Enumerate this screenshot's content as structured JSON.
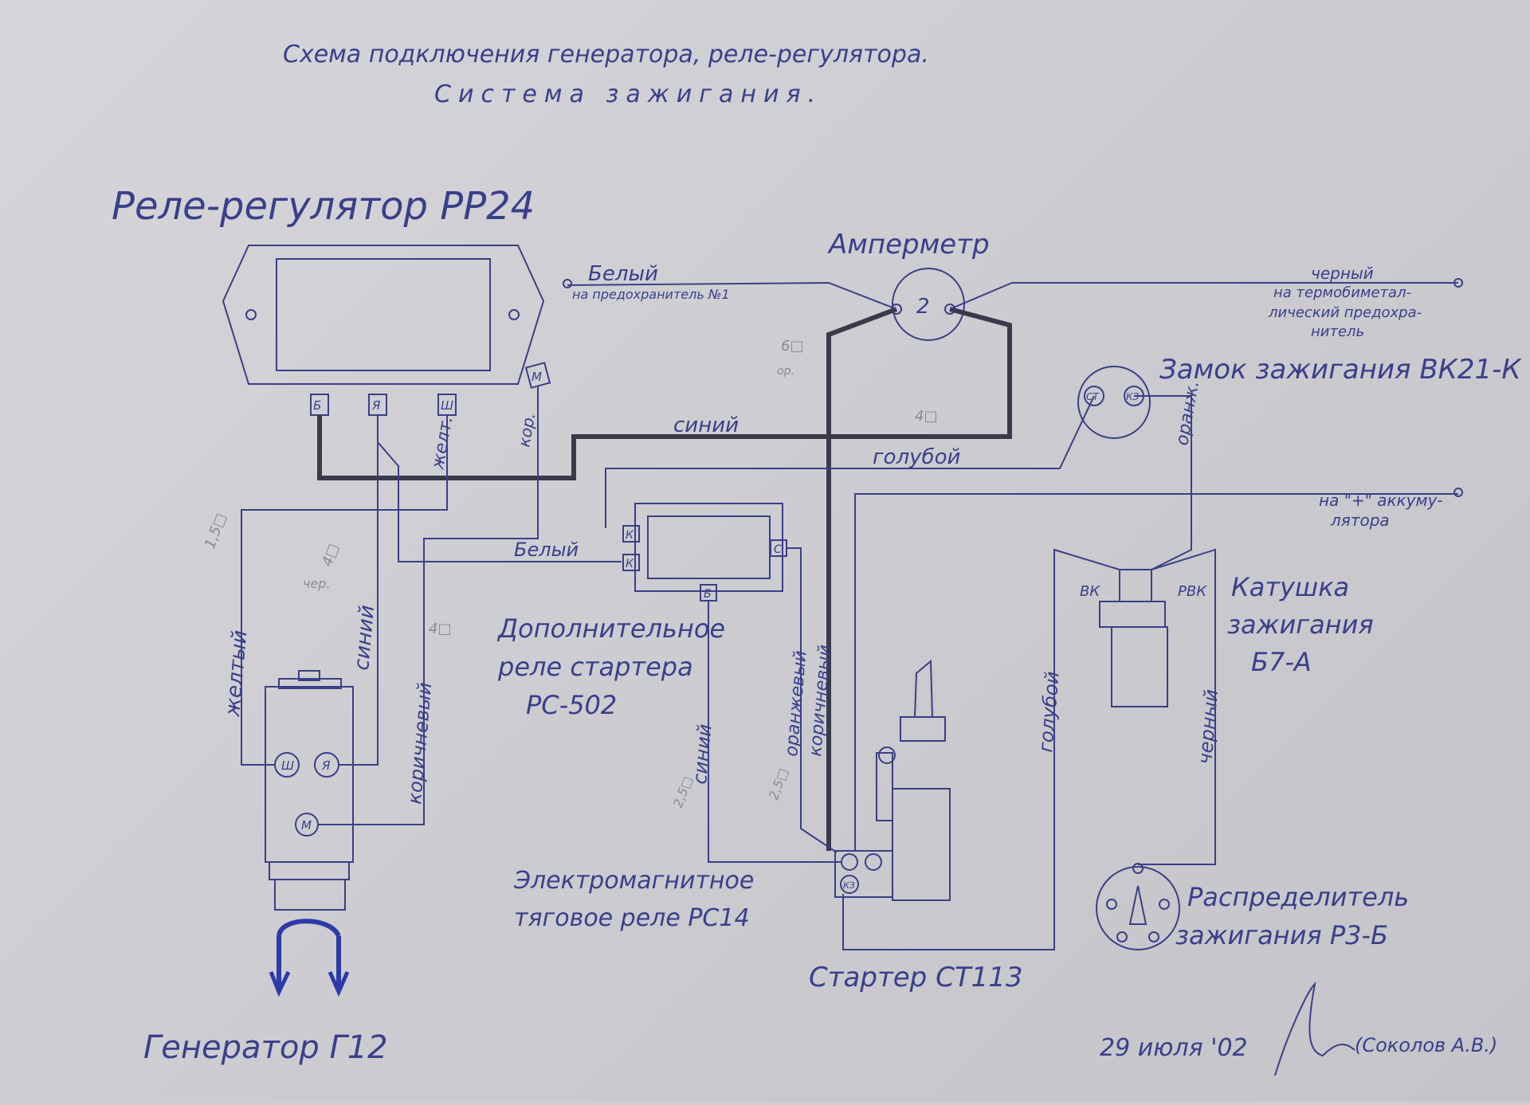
{
  "title": {
    "line1": "Схема подключения генератора, реле-регулятора.",
    "line2": "Система зажигания."
  },
  "components": {
    "regulator": "Реле-регулятор РР24",
    "ammeter": "Амперметр",
    "ignition_lock": "Замок зажигания ВК21-К",
    "starter_relay_l1": "Дополнительное",
    "starter_relay_l2": "реле стартера",
    "starter_relay_l3": "РС-502",
    "traction_relay_l1": "Электромагнитное",
    "traction_relay_l2": "тяговое реле РС14",
    "starter": "Стартер СТ113",
    "coil_l1": "Катушка",
    "coil_l2": "зажигания",
    "coil_l3": "Б7-А",
    "distributor_l1": "Распределитель",
    "distributor_l2": "зажигания Р3-Б",
    "generator": "Генератор Г12"
  },
  "terminals": {
    "b": "Б",
    "ya": "Я",
    "sh": "Ш",
    "m": "М",
    "k": "К",
    "s": "С",
    "st": "СТ",
    "kz": "КЗ",
    "vk": "ВК",
    "rvk": "РВК",
    "ammeter_mark": "2"
  },
  "wires": {
    "white_top": "Белый",
    "white_top_note": "на предохранитель №1",
    "black_top": "черный",
    "black_top_note_l1": "на термобиметал-",
    "black_top_note_l2": "лический предохра-",
    "black_top_note_l3": "нитель",
    "blue": "синий",
    "light_blue": "голубой",
    "yellow_short": "желт.",
    "brown_short": "кор.",
    "orange_short": "оранж.",
    "white_mid": "Белый",
    "battery_note_l1": "на \"+\" аккуму-",
    "battery_note_l2": "лятора",
    "yellow": "желтый",
    "blue_left": "синий",
    "brown": "коричневый",
    "blue_relay": "синий",
    "orange": "оранжевый",
    "brown2": "коричневый",
    "light_blue_coil": "голубой",
    "black_coil": "черный"
  },
  "pencil_notes": {
    "n1": "6□",
    "n2": "ор.",
    "n3": "4□",
    "n4": "1,5□",
    "n5": "4□",
    "n6": "чер.",
    "n7": "4□",
    "n8": "2,5□",
    "n9": "2,5□"
  },
  "footer": {
    "date": "29 июля '02",
    "signature": "(Соколов А.В.)"
  },
  "colors": {
    "ink": "#3b3f86",
    "thick_wire": "#3a3a4a",
    "paper": "#cfcfd3",
    "pencil": "#8a8a92"
  }
}
